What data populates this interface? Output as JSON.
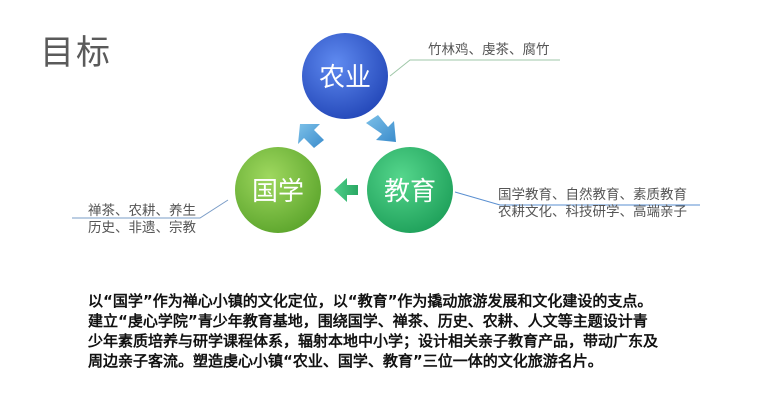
{
  "title": "目标",
  "nodes": {
    "agriculture": "农业",
    "education": "教育",
    "guoxue": "国学"
  },
  "notes": {
    "agriculture": [
      "竹林鸡、虔茶、腐竹"
    ],
    "education": [
      "国学教育、自然教育、素质教育",
      "农耕文化、科技研学、高端亲子"
    ],
    "guoxue": [
      "禅茶、农耕、养生",
      "历史、非遗、宗教"
    ]
  },
  "body_lines": [
    "以“国学”作为禅心小镇的文化定位，以“教育”作为撬动旅游发展和文化建设的支点。",
    "建立“虔心学院”青少年教育基地，围绕国学、禅茶、历史、农耕、人文等主题设计青",
    "少年素质培养与研学课程体系，辐射本地中小学；设计相关亲子教育产品，带动广东及",
    "周边亲子客流。塑造虔心小镇“农业、国学、教育”三位一体的文化旅游名片。"
  ],
  "colors": {
    "blue_node": "#3a63d0",
    "green_node": "#2fbf73",
    "lime_node": "#7bc043",
    "arrow": "#5aa7d8"
  },
  "icons": [
    "arrow-right-down-icon",
    "arrow-left-icon",
    "arrow-up-right-icon"
  ]
}
